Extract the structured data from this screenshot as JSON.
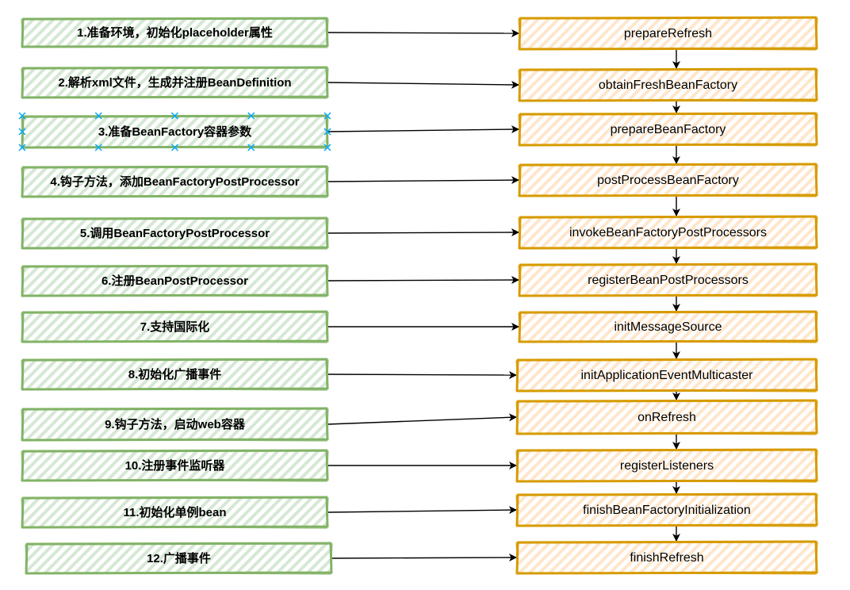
{
  "colors": {
    "left_fill": "#d5e8d4",
    "left_stroke": "#82b366",
    "right_fill": "#ffe6cc",
    "right_stroke": "#d79b00",
    "arrow": "#000000",
    "selection": "#00a8ff"
  },
  "left_steps": [
    "1.准备环境，初始化placeholder属性",
    "2.解析xml文件，生成并注册BeanDefinition",
    "3.准备BeanFactory容器参数",
    "4.钩子方法，添加BeanFactoryPostProcessor",
    "5.调用BeanFactoryPostProcessor",
    "6.注册BeanPostProcessor",
    "7.支持国际化",
    "8.初始化广播事件",
    "9.钩子方法，启动web容器",
    "10.注册事件监听器",
    "11.初始化单例bean",
    "12.广播事件"
  ],
  "right_methods": [
    "prepareRefresh",
    "obtainFreshBeanFactory",
    "prepareBeanFactory",
    "postProcessBeanFactory",
    "invokeBeanFactoryPostProcessors",
    "registerBeanPostProcessors",
    "initMessageSource",
    "initApplicationEventMulticaster",
    "onRefresh",
    "registerListeners",
    "finishBeanFactoryInitialization",
    "finishRefresh"
  ]
}
